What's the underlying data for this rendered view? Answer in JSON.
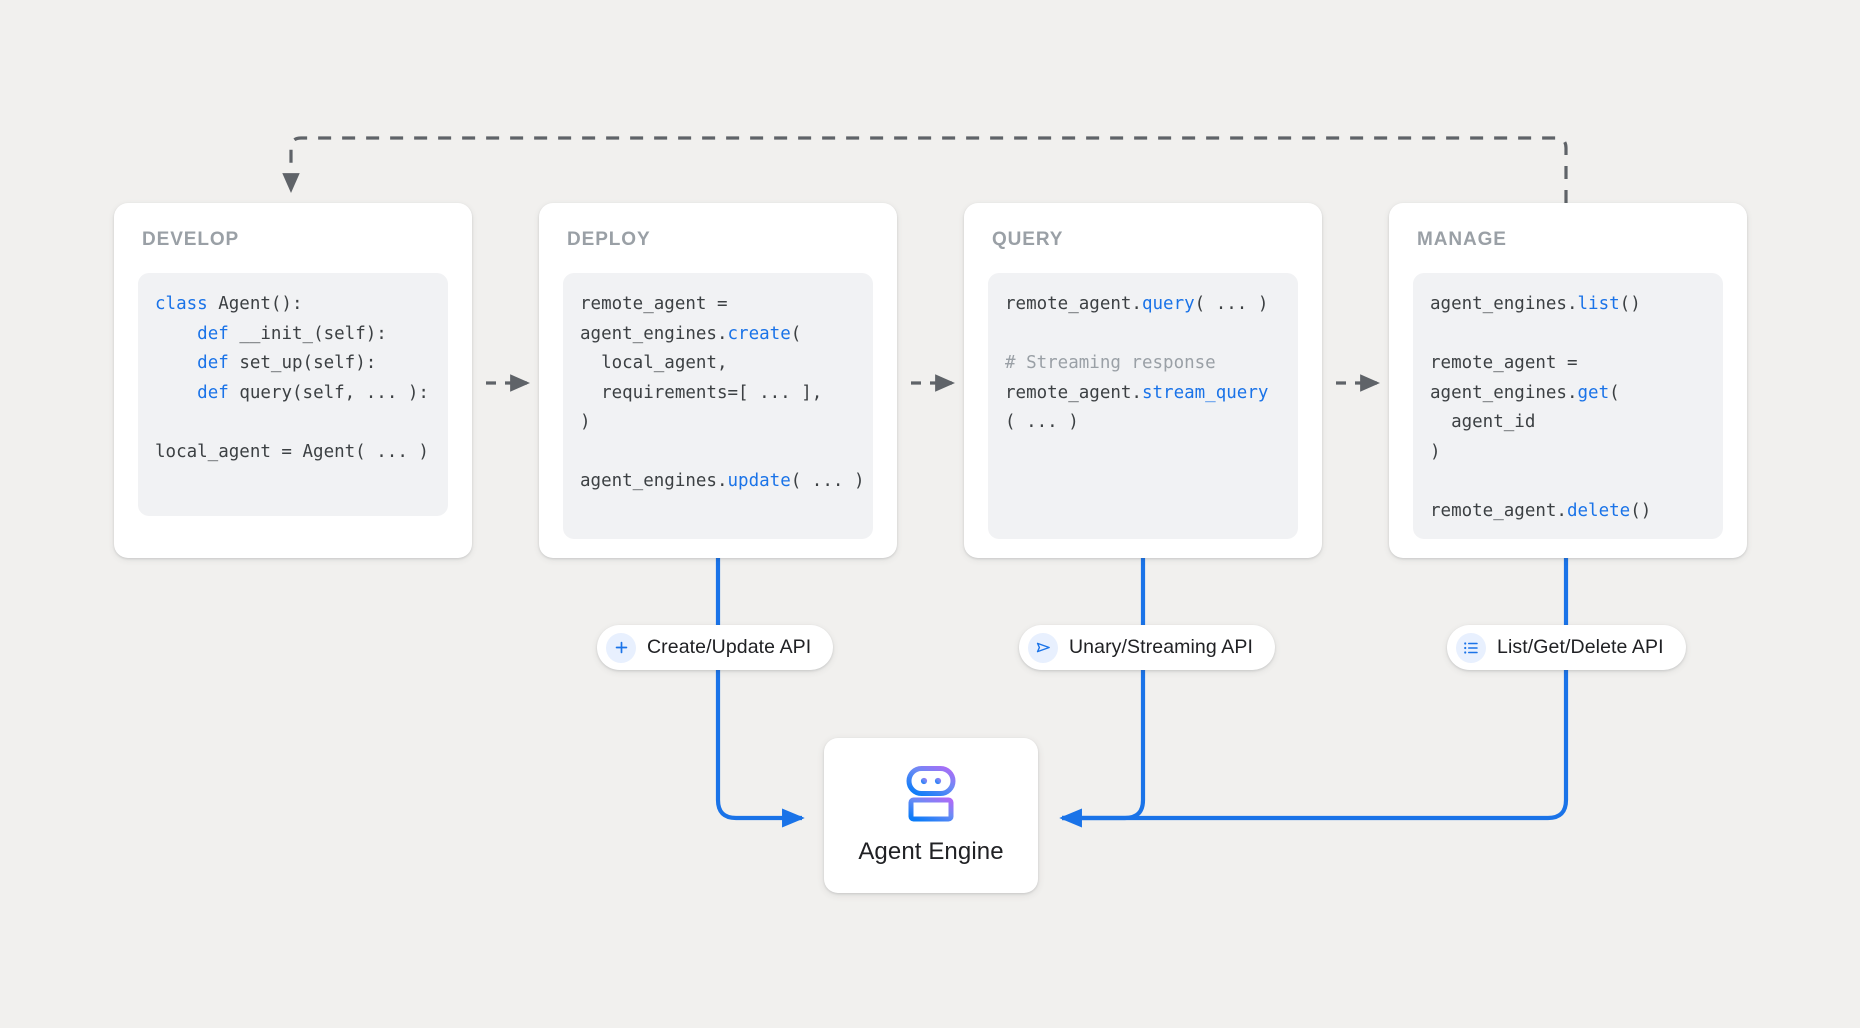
{
  "canvas": {
    "background": "#F1F0EE",
    "accent_blue": "#1A73E8",
    "arrow_gray": "#5F6368",
    "title_gray": "#9AA0A6",
    "code_bg": "#F1F2F4"
  },
  "stages": [
    {
      "id": "develop",
      "title": "DEVELOP",
      "code_lines": [
        [
          {
            "t": "class ",
            "c": "kw"
          },
          {
            "t": "Agent():",
            "c": ""
          }
        ],
        [
          {
            "t": "    ",
            "c": ""
          },
          {
            "t": "def ",
            "c": "kw"
          },
          {
            "t": "__init_(self):",
            "c": ""
          }
        ],
        [
          {
            "t": "    ",
            "c": ""
          },
          {
            "t": "def ",
            "c": "kw"
          },
          {
            "t": "set_up(self):",
            "c": ""
          }
        ],
        [
          {
            "t": "    ",
            "c": ""
          },
          {
            "t": "def ",
            "c": "kw"
          },
          {
            "t": "query(self, ... ):",
            "c": ""
          }
        ],
        [
          {
            "t": "",
            "c": ""
          }
        ],
        [
          {
            "t": "local_agent = Agent( ... )",
            "c": ""
          }
        ]
      ]
    },
    {
      "id": "deploy",
      "title": "DEPLOY",
      "code_lines": [
        [
          {
            "t": "remote_agent =",
            "c": ""
          }
        ],
        [
          {
            "t": "agent_engines.",
            "c": ""
          },
          {
            "t": "create",
            "c": "fn"
          },
          {
            "t": "(",
            "c": ""
          }
        ],
        [
          {
            "t": "  local_agent,",
            "c": ""
          }
        ],
        [
          {
            "t": "  requirements=[ ... ],",
            "c": ""
          }
        ],
        [
          {
            "t": ")",
            "c": ""
          }
        ],
        [
          {
            "t": "",
            "c": ""
          }
        ],
        [
          {
            "t": "agent_engines.",
            "c": ""
          },
          {
            "t": "update",
            "c": "fn"
          },
          {
            "t": "( ... )",
            "c": ""
          }
        ]
      ]
    },
    {
      "id": "query",
      "title": "QUERY",
      "code_lines": [
        [
          {
            "t": "remote_agent.",
            "c": ""
          },
          {
            "t": "query",
            "c": "fn"
          },
          {
            "t": "( ... )",
            "c": ""
          }
        ],
        [
          {
            "t": "",
            "c": ""
          }
        ],
        [
          {
            "t": "# Streaming response",
            "c": "cmt"
          }
        ],
        [
          {
            "t": "remote_agent.",
            "c": ""
          },
          {
            "t": "stream_query",
            "c": "fn"
          }
        ],
        [
          {
            "t": "( ... )",
            "c": ""
          }
        ]
      ]
    },
    {
      "id": "manage",
      "title": "MANAGE",
      "code_lines": [
        [
          {
            "t": "agent_engines.",
            "c": ""
          },
          {
            "t": "list",
            "c": "fn"
          },
          {
            "t": "()",
            "c": ""
          }
        ],
        [
          {
            "t": "",
            "c": ""
          }
        ],
        [
          {
            "t": "remote_agent =",
            "c": ""
          }
        ],
        [
          {
            "t": "agent_engines.",
            "c": ""
          },
          {
            "t": "get",
            "c": "fn"
          },
          {
            "t": "(",
            "c": ""
          }
        ],
        [
          {
            "t": "  agent_id",
            "c": ""
          }
        ],
        [
          {
            "t": ")",
            "c": ""
          }
        ],
        [
          {
            "t": "",
            "c": ""
          }
        ],
        [
          {
            "t": "remote_agent.",
            "c": ""
          },
          {
            "t": "delete",
            "c": "fn"
          },
          {
            "t": "()",
            "c": ""
          }
        ]
      ]
    }
  ],
  "api_pills": [
    {
      "id": "create",
      "label": "Create/Update API",
      "icon": "plus-icon"
    },
    {
      "id": "unary",
      "label": "Unary/Streaming API",
      "icon": "send-icon"
    },
    {
      "id": "list",
      "label": "List/Get/Delete API",
      "icon": "list-icon"
    }
  ],
  "agent_engine": {
    "label": "Agent Engine",
    "icon": "robot-icon",
    "gradient_from": "#A56CF5",
    "gradient_to": "#1A73E8"
  },
  "connectors": {
    "stage_flow_style": "dashed",
    "feedback_label": "",
    "api_flow_style": "solid"
  }
}
